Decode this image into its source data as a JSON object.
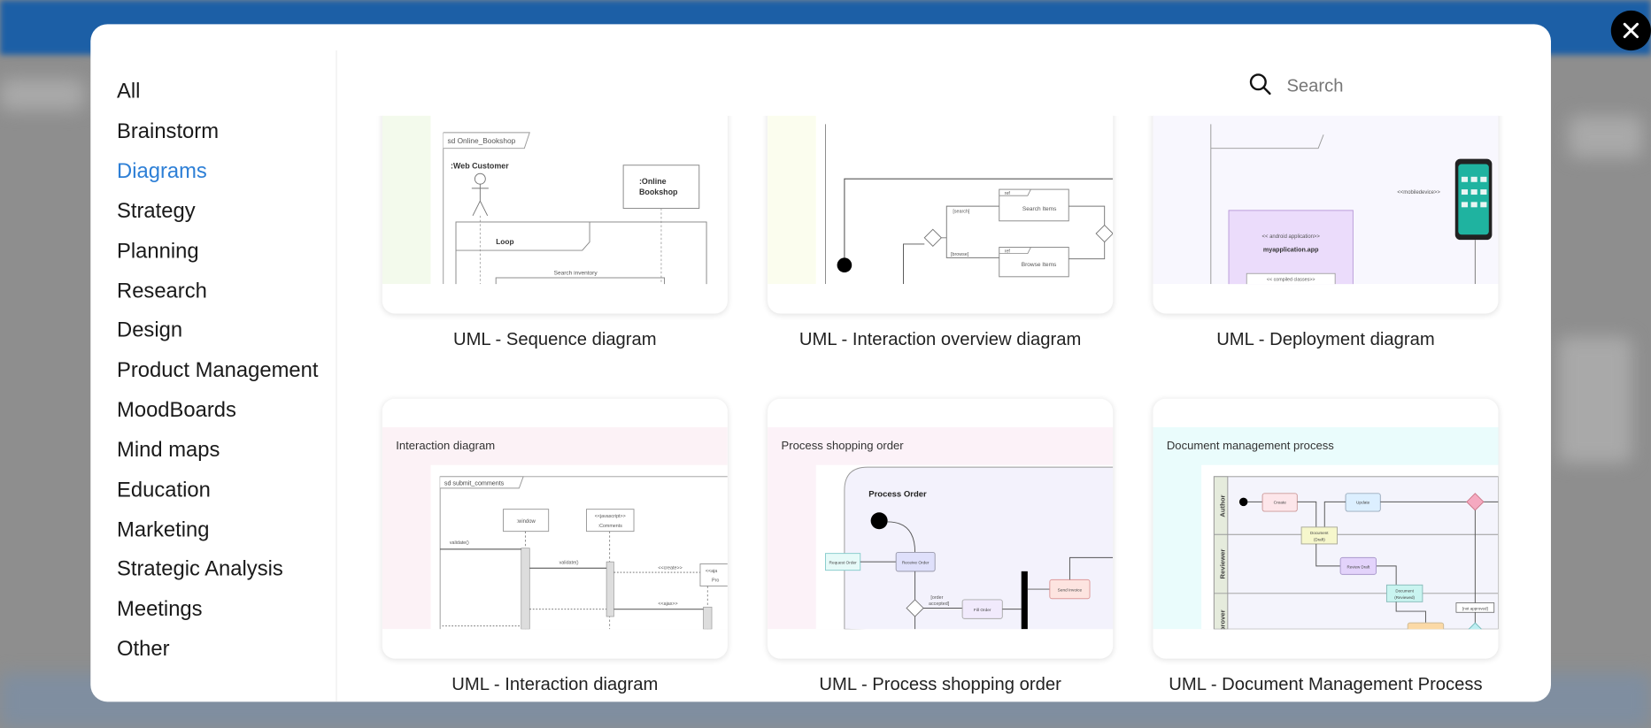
{
  "sidebar": {
    "items": [
      {
        "label": "All"
      },
      {
        "label": "Brainstorm"
      },
      {
        "label": "Diagrams",
        "active": true
      },
      {
        "label": "Strategy"
      },
      {
        "label": "Planning"
      },
      {
        "label": "Research"
      },
      {
        "label": "Design"
      },
      {
        "label": "Product Management"
      },
      {
        "label": "MoodBoards"
      },
      {
        "label": "Mind maps"
      },
      {
        "label": "Education"
      },
      {
        "label": "Marketing"
      },
      {
        "label": "Strategic Analysis"
      },
      {
        "label": "Meetings"
      },
      {
        "label": "Other"
      }
    ]
  },
  "search": {
    "placeholder": "Search",
    "value": "",
    "icon": "search-icon"
  },
  "close": {
    "icon": "close-icon"
  },
  "colors": {
    "active": "#2d7fd6",
    "backdrop_top": "#1c5fa6"
  },
  "templates": [
    {
      "title": "UML - Sequence diagram",
      "thumb": {
        "frame": "sd Online_Bookshop",
        "actor": ":Web Customer",
        "box1": ":Online",
        "box2": "Bookshop",
        "fragment": "Loop",
        "message": "Search inventory"
      }
    },
    {
      "title": "UML - Interaction overview diagram",
      "thumb": {
        "ref1": "ref",
        "ref2": "ref",
        "item1": "Search Items",
        "item2": "Browse Items",
        "guard1": "[search]",
        "guard2": "[browse]"
      }
    },
    {
      "title": "UML - Deployment diagram",
      "thumb": {
        "device": "<<mobiledevice>>",
        "app_stereo": "<< android application>>",
        "app": "myapplication.app",
        "classes": "<< compiled classes>>"
      }
    },
    {
      "title": "UML - Interaction diagram",
      "thumb": {
        "heading": "Interaction diagram",
        "frame": "sd submit_comments",
        "window": ":window",
        "js": "<<javascript>>",
        "comments": ":Comments",
        "msg1": "validate()",
        "msg2": "validate()",
        "msg3": "<<create>>",
        "msg4": "<<ajax>>",
        "partial1": "<<aja",
        "partial2": "Pro"
      }
    },
    {
      "title": "UML - Process shopping order",
      "thumb": {
        "heading": "Process shopping order",
        "region": "Process Order",
        "request": "Request Order",
        "receive": "Receive Order",
        "guard1": "[order",
        "guard2": "accepted]",
        "fill": "Fill Order",
        "invoice": "Send Invoice"
      }
    },
    {
      "title": "UML - Document Management Process",
      "thumb": {
        "heading": "Document management process",
        "lane1": "Author",
        "lane2": "Reviewer",
        "lane3": "Approver",
        "create": "Create",
        "update": "Update",
        "draft1": "Document",
        "draft2": "(Draft)",
        "review": "Review Draft",
        "reviewed1": "Document",
        "reviewed2": "(Reviewed)",
        "not_approved": "[not approved]"
      }
    }
  ]
}
